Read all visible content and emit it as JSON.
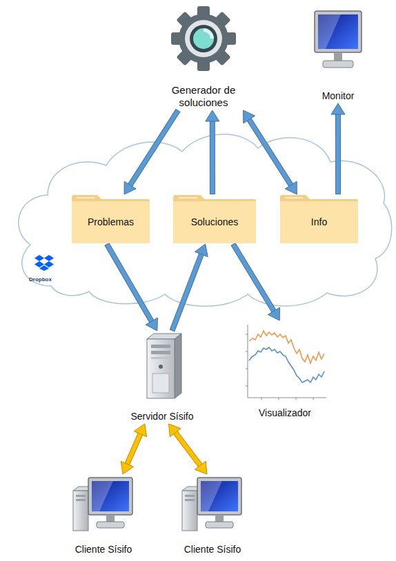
{
  "diagram": {
    "nodes": [
      {
        "text": [
          "Generador de soluciones"
        ]
      },
      {
        "text": [
          "Monitor"
        ]
      },
      {
        "text": [
          "Dropbox"
        ]
      },
      {
        "text": [
          "Problemas"
        ],
        "in": 2
      },
      {
        "text": [
          "Soluciones"
        ],
        "in": 2
      },
      {
        "text": [
          "Info"
        ],
        "in": 2
      },
      {
        "text": [
          "Servidor Sísifo"
        ]
      },
      {
        "text": [
          "Visualizador"
        ]
      },
      {
        "text": [
          "Cliente Sísifo"
        ]
      },
      {
        "text": [
          "Cliente Sísifo"
        ]
      }
    ],
    "edges": [
      {
        "from": 0,
        "to": 3,
        "arrow": "to"
      },
      {
        "from": 4,
        "to": 0,
        "arrow": "to"
      },
      {
        "from": 0,
        "to": 5,
        "arrow": "both"
      },
      {
        "from": 5,
        "to": 1,
        "arrow": "to"
      },
      {
        "from": 3,
        "to": 6,
        "arrow": "to"
      },
      {
        "from": 6,
        "to": 4,
        "arrow": "to"
      },
      {
        "from": 4,
        "to": 7,
        "arrow": "to"
      },
      {
        "from": 6,
        "to": 8,
        "arrow": "both"
      },
      {
        "from": 6,
        "to": 9,
        "arrow": "both"
      }
    ]
  }
}
